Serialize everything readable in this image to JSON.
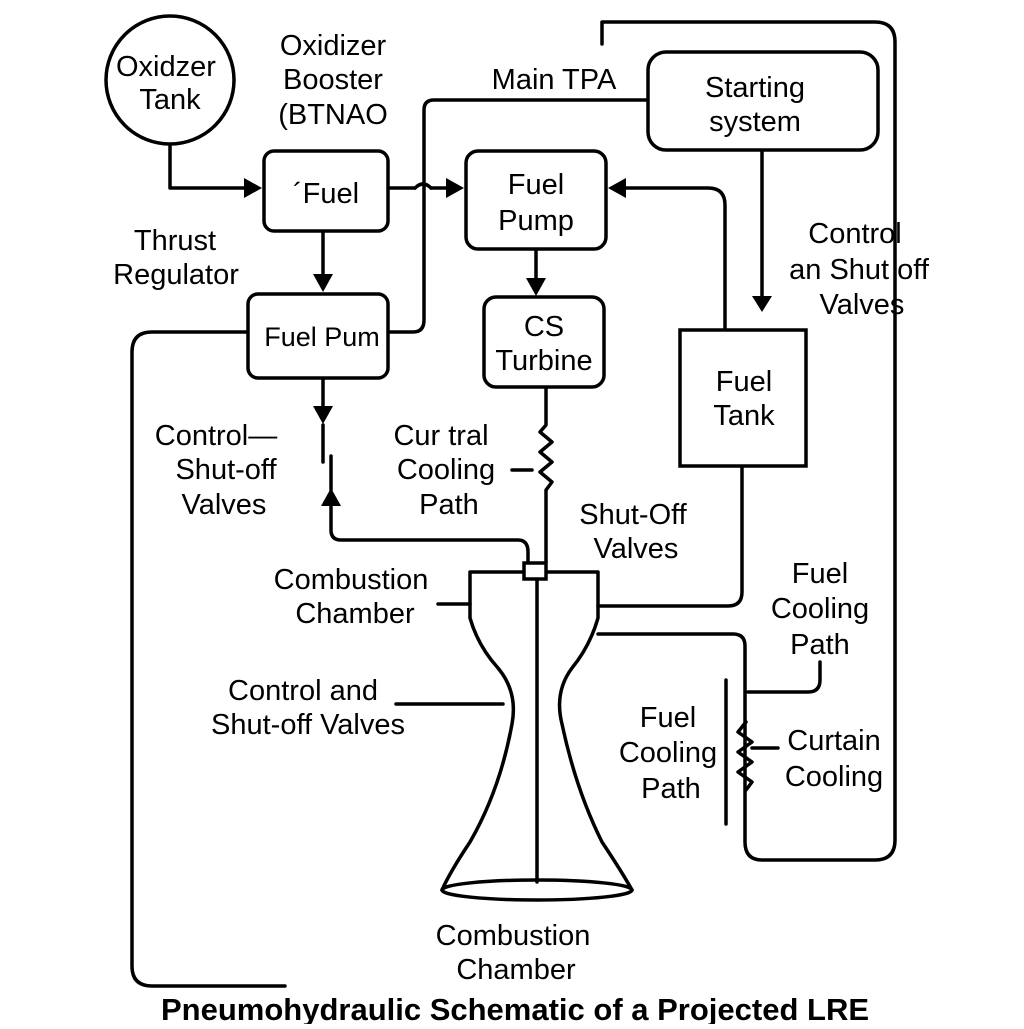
{
  "diagram": {
    "title": "Pneumohydraulic Schematic of a Projected LRE",
    "nodes": {
      "oxidizer_tank": [
        "Oxidzer",
        "Tank"
      ],
      "fuel_box": [
        "´Fuel"
      ],
      "fuel_pump_main": [
        "Fuel",
        "Pump"
      ],
      "starting_system": [
        "Starting",
        "system"
      ],
      "fuel_pum_small": [
        "Fuel Pum"
      ],
      "cs_turbine": [
        "CS",
        "Turbine"
      ],
      "fuel_tank": [
        "Fuel",
        "Tank"
      ]
    },
    "labels": {
      "oxidizer_booster": [
        "Oxidizer",
        "Booster",
        "(BTNAO"
      ],
      "main_tpa": [
        "Main TPA"
      ],
      "thrust_regulator": [
        "Thrust",
        "Regulator"
      ],
      "control_shutoff_right": [
        "Control",
        "an Shut off",
        "Valves"
      ],
      "control_shutoff_left": [
        "Control—",
        "Shut-off",
        "Valves"
      ],
      "central_cooling": [
        "Cur tral",
        "Cooling",
        "Path"
      ],
      "shutoff_valves": [
        "Shut-Off",
        "Valves"
      ],
      "combustion_chamber_upper": [
        "Combustion",
        "Chamber"
      ],
      "fuel_cooling_upper": [
        "Fuel",
        "Cooling",
        "Path"
      ],
      "control_shutoff_lower": [
        "Control and",
        "Shut-off Valves"
      ],
      "fuel_cooling_lower": [
        "Fuel",
        "Cooling",
        "Path"
      ],
      "curtain_cooling": [
        "Curtain",
        "Cooling"
      ],
      "combustion_chamber_lower": [
        "Combustion",
        "Chamber"
      ]
    }
  }
}
